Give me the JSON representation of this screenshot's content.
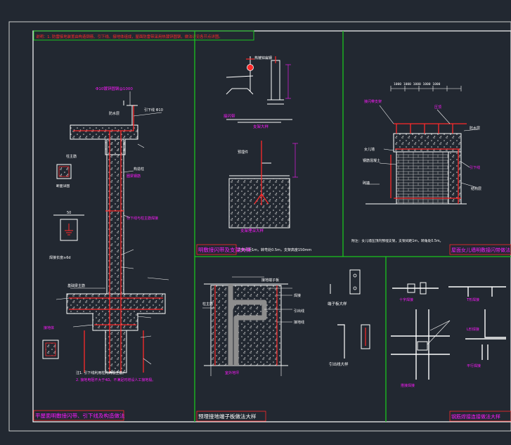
{
  "colors": {
    "background": "#222831",
    "frame": "#ffffff",
    "panel_border": "#19c41e",
    "structure": "#ffffff",
    "rebar": "#ff2a2a",
    "annotation": "#ff19ff",
    "concrete_dot": "#cfcfcf"
  },
  "notes": {
    "header": "说明：1. 防雷接地装置由构造钢筋、引下线、接地体组成，屋面防雷带采用热镀锌圆钢，做法详见各节点详图。"
  },
  "panels": {
    "p1": {
      "title": "平屋面明敷接闪带、引下线及构造做法",
      "labels": {
        "top_dim": "Φ10镀锌圆钢@1000",
        "l1": "防水层",
        "l2": "引下线 Φ10",
        "l3": "柱主筋",
        "l4": "构造柱",
        "l5": "圈梁钢筋",
        "l6": "引下线与柱主筋焊接",
        "l7": "焊接长度≥6d",
        "l8": "基础梁主筋",
        "l9": "接地体",
        "note1": "注1. 引下线利用柱内两根主筋。",
        "note2": "2. 接地电阻不大于4Ω，不满足时增设人工接地极。",
        "small": "断面详图",
        "dim": "50"
      }
    },
    "p2": {
      "title": "明敷接闪带及支架大样",
      "note": "支架间距1m，转弯处0.5m，支架高度150mm",
      "labels": {
        "a": "热镀锌扁钢",
        "b": "支架大样",
        "c": "接闪带",
        "d": "预埋件",
        "e": "支架埋深大样"
      }
    },
    "p3": {
      "title": "屋面女儿墙明敷接闪带做法",
      "labels": {
        "dims": "1000 1000 1000 1000 1000",
        "a": "接闪带支架",
        "b": "女儿墙",
        "c": "防水层",
        "d": "压顶",
        "e": "引下线",
        "f": "钢筋混凝土",
        "g": "砖墙",
        "h": "结构层"
      },
      "note": "附注：女儿墙压顶内预埋支架，支架间距1m，转角处0.5m。"
    },
    "p4": {
      "title": "预埋接地端子板做法大样",
      "labels": {
        "a": "接地端子板",
        "b": "柱主筋",
        "c": "引出线",
        "d": "焊接",
        "e": "端子板大样",
        "f": "引出线大样",
        "g": "室外地坪",
        "h": "接地线"
      }
    },
    "p5": {
      "title": "钢筋焊接连接做法大样",
      "labels": {
        "a": "十字焊接",
        "b": "T形焊接",
        "c": "搭接焊接",
        "d": "L形焊接",
        "e": "平行焊接"
      }
    }
  }
}
